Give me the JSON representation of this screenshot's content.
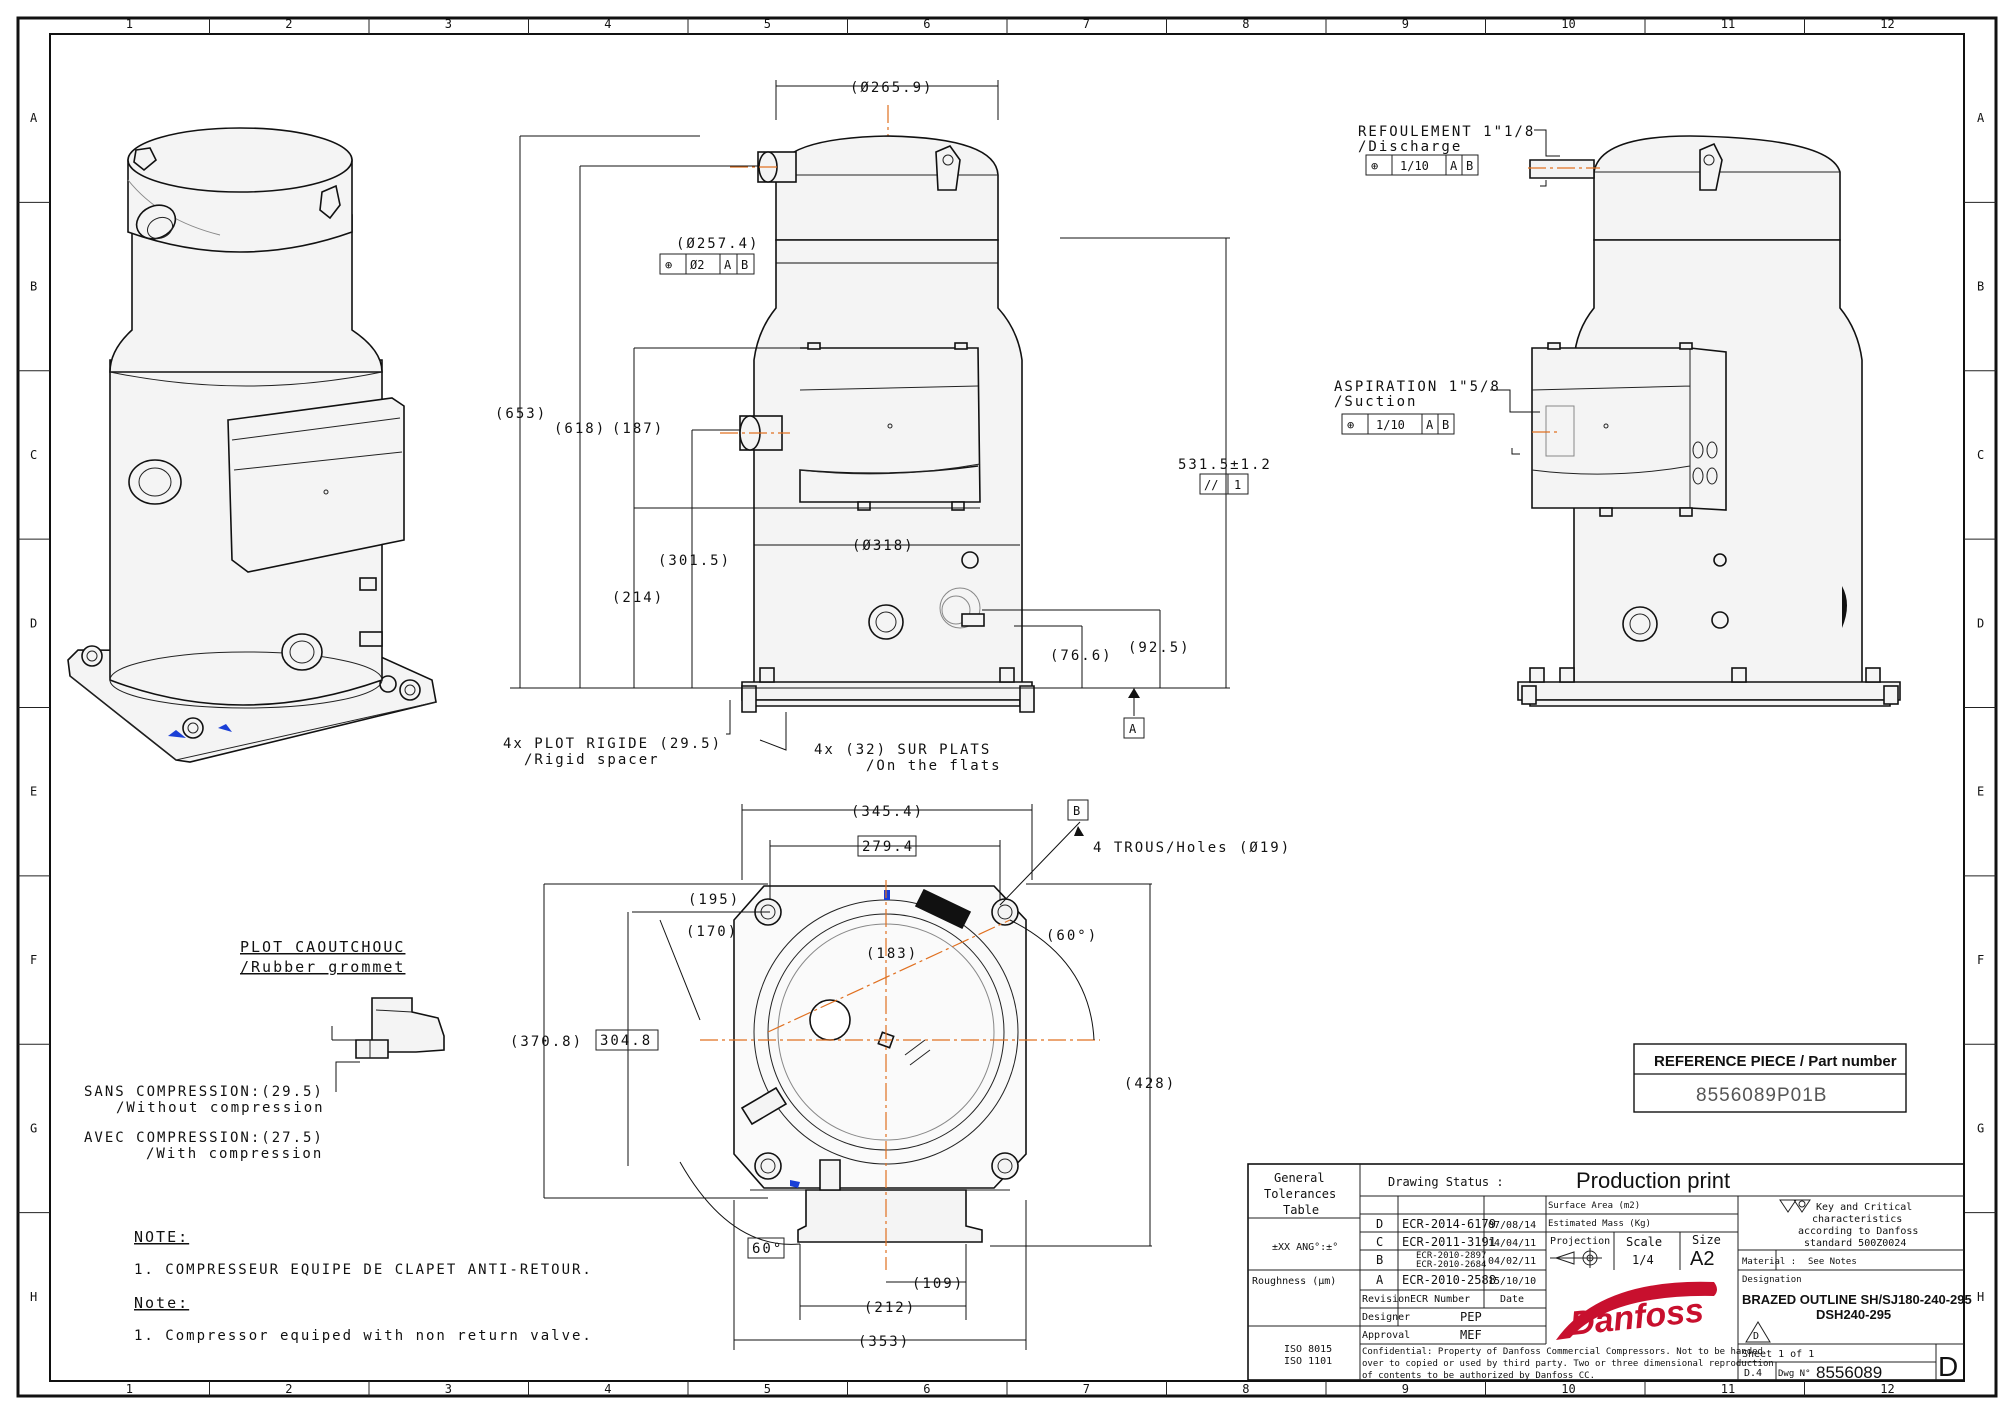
{
  "frame": {
    "columns": [
      "1",
      "2",
      "3",
      "4",
      "5",
      "6",
      "7",
      "8",
      "9",
      "10",
      "11",
      "12"
    ],
    "rows": [
      "A",
      "B",
      "C",
      "D",
      "E",
      "F",
      "G",
      "H"
    ]
  },
  "front_view": {
    "d_top": "(Ø265.9)",
    "d_shell": "(Ø257.4)",
    "fcf_shell": [
      "⊕",
      "Ø2",
      "A",
      "B"
    ],
    "h_653": "(653)",
    "h_618": "(618)",
    "h_187": "(187)",
    "h_301": "(301.5)",
    "h_214": "(214)",
    "h_531": "531.5±1.2",
    "fcf_531": [
      "//",
      "1"
    ],
    "d_base": "(Ø318)",
    "h_76": "(76.6)",
    "h_92": "(92.5)",
    "datum_a": "A",
    "spacer_fr": "4x PLOT RIGIDE (29.5)",
    "spacer_en": "/Rigid spacer",
    "flats_fr": "4x (32) SUR PLATS",
    "flats_en": "/On the flats"
  },
  "side_view": {
    "discharge_fr": "REFOULEMENT 1\"1/8",
    "discharge_en": "/Discharge",
    "fcf_discharge": [
      "⊕",
      "1/10",
      "A",
      "B"
    ],
    "suction_fr": "ASPIRATION 1\"5/8",
    "suction_en": "/Suction",
    "fcf_suction": [
      "⊕",
      "1/10",
      "A",
      "B"
    ]
  },
  "top_view": {
    "w_345": "(345.4)",
    "w_279": "279.4",
    "datum_b": "B",
    "holes": "4 TROUS/Holes (Ø19)",
    "r_195": "(195)",
    "r_170": "(170)",
    "r_183": "(183)",
    "a_60a": "(60°)",
    "h_370": "(370.8)",
    "h_304": "304.8",
    "h_428": "(428)",
    "a_60b": "60°",
    "w_109": "(109)",
    "w_212": "(212)",
    "w_353": "(353)"
  },
  "grommet": {
    "title_fr": "PLOT CAOUTCHOUC",
    "title_en": "/Rubber grommet",
    "sans_fr": "SANS COMPRESSION:(29.5)",
    "sans_en": "/Without compression",
    "avec_fr": "AVEC COMPRESSION:(27.5)",
    "avec_en": "/With compression"
  },
  "notes": {
    "head_fr": "NOTE:",
    "line_fr": "1. COMPRESSEUR EQUIPE DE CLAPET ANTI-RETOUR.",
    "head_en": "Note:",
    "line_en": "1. Compressor equiped with non return valve."
  },
  "reference": {
    "label": "REFERENCE PIECE / Part number",
    "value": "8556089P01B"
  },
  "title_block": {
    "tol_title": "General Tolerances Table",
    "tol_row": "±XX  ANG°:±°",
    "roughness": "Roughness (µm)",
    "iso": [
      "ISO 8015",
      "ISO 1101"
    ],
    "status_label": "Drawing Status :",
    "status_value": "Production print",
    "surface": "Surface Area (m2)",
    "mass": "Estimated Mass (Kg)",
    "revisions": [
      {
        "rev": "D",
        "ecr": "ECR-2014-6179",
        "date": "07/08/14"
      },
      {
        "rev": "C",
        "ecr": "ECR-2011-3191",
        "date": "14/04/11"
      },
      {
        "rev": "B",
        "ecr": "ECR-2010-2897",
        "ecr2": "ECR-2010-2684",
        "date": "04/02/11"
      },
      {
        "rev": "A",
        "ecr": "ECR-2010-2588",
        "date": "15/10/10"
      }
    ],
    "h_revision": "Revision",
    "h_ecr": "ECR Number",
    "h_date": "Date",
    "designer_label": "Designer",
    "designer": "PEP",
    "approval_label": "Approval",
    "approval": "MEF",
    "projection": "Projection",
    "scale_label": "Scale",
    "scale": "1/4",
    "size_label": "Size",
    "size": "A2",
    "key_char": [
      "Key and Critical",
      "characteristics",
      "according to Danfoss",
      "standard 500Z0024"
    ],
    "material_label": "Material :",
    "material": "See Notes",
    "designation_label": "Designation",
    "designation_1": "BRAZED OUTLINE SH/SJ180-240-295",
    "designation_2": "DSH240-295",
    "rev_mark": "D",
    "logo": "Danfoss",
    "confidential": [
      "Confidential: Property of Danfoss Commercial Compressors. Not to be handed",
      "over to copied or used by third party. Two or three dimensional reproduction",
      "of contents to be authorized by Danfoss CC."
    ],
    "sheet": "Sheet 1 of 1",
    "dwg_rev": "D.4",
    "dwg_label": "Dwg N°",
    "dwg_no": "8556089",
    "final_rev": "D"
  },
  "colors": {
    "line": "#111111",
    "centerline": "#e07020",
    "logo": "#c8102e",
    "accent": "#1a3fd6"
  }
}
